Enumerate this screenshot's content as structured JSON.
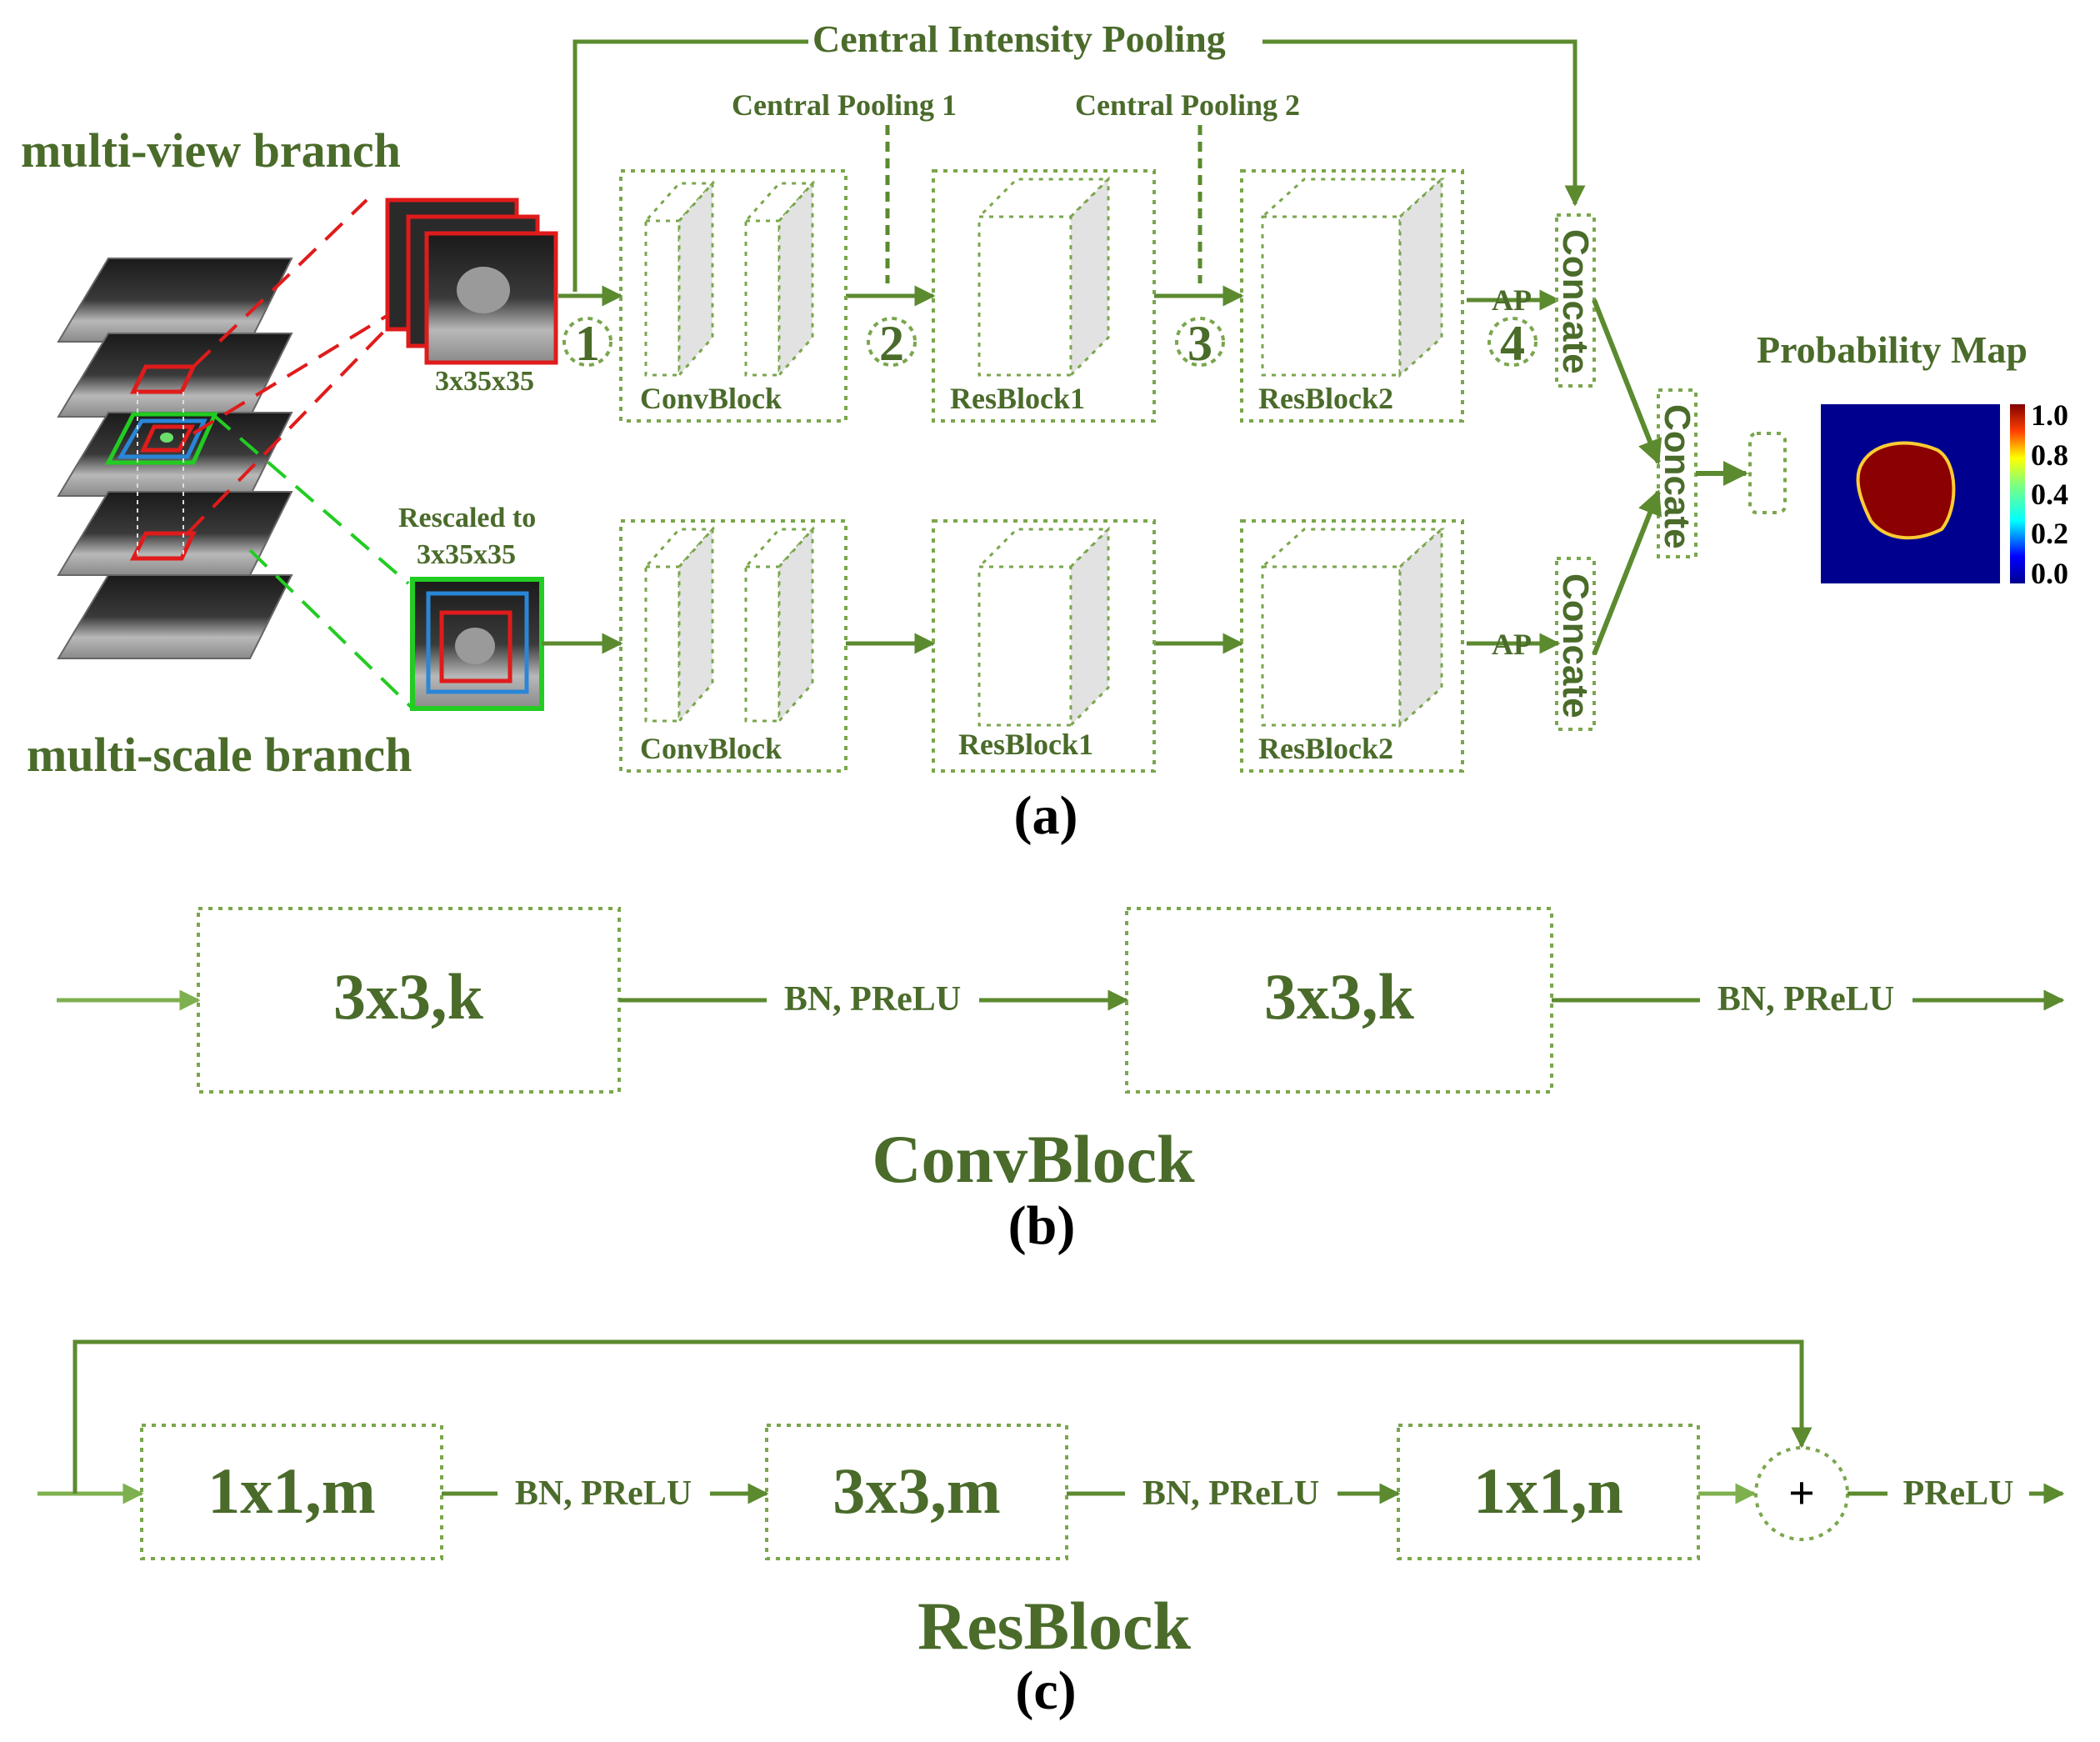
{
  "panel_a": {
    "multi_view_label": "multi-view branch",
    "multi_scale_label": "multi-scale branch",
    "patch_size_label": "3x35x35",
    "rescaled_label_1": "Rescaled to",
    "rescaled_label_2": "3x35x35",
    "central_intensity_pooling": "Central Intensity Pooling",
    "central_pooling_1": "Central Pooling 1",
    "central_pooling_2": "Central Pooling 2",
    "pool_numbers": [
      "1",
      "2",
      "3",
      "4"
    ],
    "convblock": "ConvBlock",
    "resblock1": "ResBlock1",
    "resblock2": "ResBlock2",
    "ap": "AP",
    "concate": "Concate",
    "probability_map_title": "Probability Map",
    "colorbar_ticks": [
      "1.0",
      "0.8",
      "0.4",
      "0.2",
      "0.0"
    ],
    "caption": "(a)"
  },
  "panel_b": {
    "conv1": "3x3,k",
    "conv2": "3x3,k",
    "bn_prelu": "BN, PReLU",
    "title": "ConvBlock",
    "caption": "(b)"
  },
  "panel_c": {
    "conv1": "1x1,m",
    "conv2": "3x3,m",
    "conv3": "1x1,n",
    "bn_prelu": "BN, PReLU",
    "plus": "+",
    "prelu": "PReLU",
    "title": "ResBlock",
    "caption": "(c)"
  },
  "colors": {
    "accent_green": "#5b8a2f",
    "text_green": "#4a6b2a",
    "box_dotted": "#7aa64c",
    "red_box": "#e01b1b",
    "blue_box": "#2a86d6",
    "bright_green_box": "#22cc22"
  }
}
